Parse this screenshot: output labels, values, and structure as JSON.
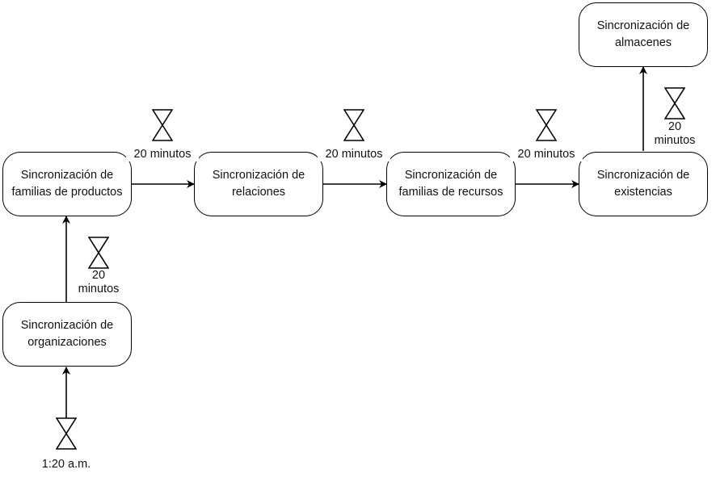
{
  "nodes": {
    "product_families": {
      "line1": "Sincronización de",
      "line2": "familias de productos"
    },
    "relations": {
      "line1": "Sincronización de",
      "line2": "relaciones"
    },
    "resource_families": {
      "line1": "Sincronización de",
      "line2": "familias de recursos"
    },
    "stocks": {
      "line1": "Sincronización de",
      "line2": "existencias"
    },
    "warehouses": {
      "line1": "Sincronización de",
      "line2": "almacenes"
    },
    "organizations": {
      "line1": "Sincronización de",
      "line2": "organizaciones"
    }
  },
  "timers": {
    "start": "1:20 a.m.",
    "org_to_products": {
      "line1": "20",
      "line2": "minutos"
    },
    "products_to_relations": "20 minutos",
    "relations_to_resources": "20 minutos",
    "resources_to_stocks": "20 minutos",
    "stocks_to_warehouses": {
      "line1": "20",
      "line2": "minutos"
    }
  }
}
